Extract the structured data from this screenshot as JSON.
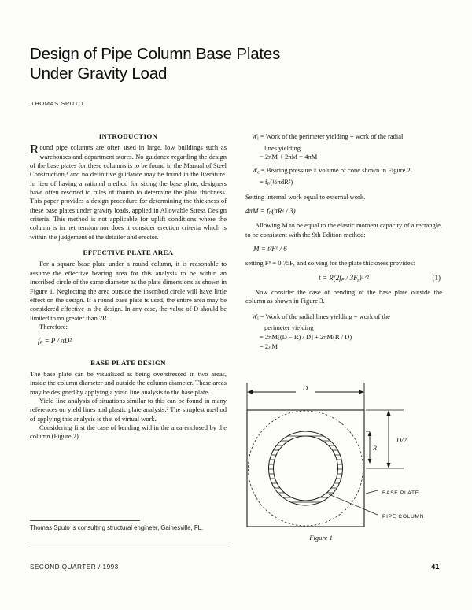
{
  "document": {
    "title_line1": "Design of Pipe Column Base Plates",
    "title_line2": "Under Gravity Load",
    "author": "THOMAS SPUTO"
  },
  "left_column": {
    "section1_heading": "INTRODUCTION",
    "intro_dropcap": "R",
    "intro_paragraph": "ound pipe columns are often used in large, low buildings such as warehouses and department stores. No guidance regarding the design of the base plates for these columns is to be found in the Manual of Steel Construction,¹ and no definitive guidance may be found in the literature. In lieu of having a rational method for sizing the base plate, designers have often resorted to rules of thumb to determine the plate thickness. This paper provides a design procedure for determining the thickness of these base plates under gravity loads, applied in Allowable Stress Design criteria. This method is not applicable for uplift conditions where the column is in net tension nor does it consider erection criteria which is within the judgement of the detailer and erector.",
    "section2_heading": "EFFECTIVE PLATE AREA",
    "section2_paragraph": "For a square base plate under a round column, it is reasonable to assume the effective bearing area for this analysis to be within an inscribed circle of the same diameter as the plate dimensions as shown in Figure 1. Neglecting the area outside the inscribed circle will have little effect on the design. If a round base plate is used, the entire area may be considered effective in the design. In any case, the value of D should be limited to no greater than 2R.",
    "therefore_label": "Therefore:",
    "equation_fp": "fₚ = P / πD²",
    "section3_heading": "BASE PLATE DESIGN",
    "section3_paragraph1": "The base plate can be visualized as being overstressed in two areas, inside the column diameter and outside the column diameter. These areas may be designed by applying a yield line analysis to the base plate.",
    "section3_paragraph2": "Yield line analysis of situations similar to this can be found in many references on yield lines and plastic plate analysis.² The simplest method of applying this analysis is that of virtual work.",
    "section3_paragraph3": "Considering first the case of bending within the area enclosed by the column (Figure 2)."
  },
  "right_column": {
    "work_internal_label": "W",
    "work_internal_line1": "= Work of the perimeter yielding + work of the radial",
    "work_internal_line2": "lines yielding",
    "work_internal_line3": "= 2πM + 2πM = 4πM",
    "work_external_label": "W",
    "work_external_line1": "= Bearing pressure × volume of cone shown in Figure 2",
    "work_external_line2": "= fₚ(⅓πdR²)",
    "setting_text": "Setting internal work equal to external work.",
    "equation_work": "4πM = fₚ(πR² / 3)",
    "allowing_paragraph": "Allowing M to be equal to the elastic moment capacity of a rectangle, to be consistent with the 9th Edition method:",
    "equation_M": "M = t²Fᵇ / 6",
    "setting_fb_paragraph": "setting Fᵇ = 0.75Fᵧ and solving for the plate thickness provides:",
    "equation_1": "t = R(2fₚ / 3Fᵧ)¹ᐟ²",
    "equation_1_number": "(1)",
    "now_consider_paragraph": "Now consider the case of bending of the base plate outside the column as shown in Figure 3.",
    "work2_label": "W",
    "work2_line1": "= Work of the radial lines yielding + work of the",
    "work2_line2": "perimeter yielding",
    "work2_line3": "= 2πM[(D − R) / D] + 2πM(R / D)",
    "work2_line4": "= 2πM"
  },
  "figure": {
    "caption": "Figure 1",
    "dim_horizontal": "D",
    "dim_vertical": "D/2",
    "label_r": "R",
    "label_base_plate": "BASE PLATE",
    "label_pipe_column": "PIPE COLUMN"
  },
  "footnote": {
    "text": "Thomas Sputo is consulting structural engineer, Gainesville, FL."
  },
  "footer": {
    "left": "SECOND QUARTER / 1993",
    "page_number": "41"
  },
  "colors": {
    "page_background": "#fdfdfd",
    "text": "#111111",
    "rule": "#4a4a4a"
  }
}
